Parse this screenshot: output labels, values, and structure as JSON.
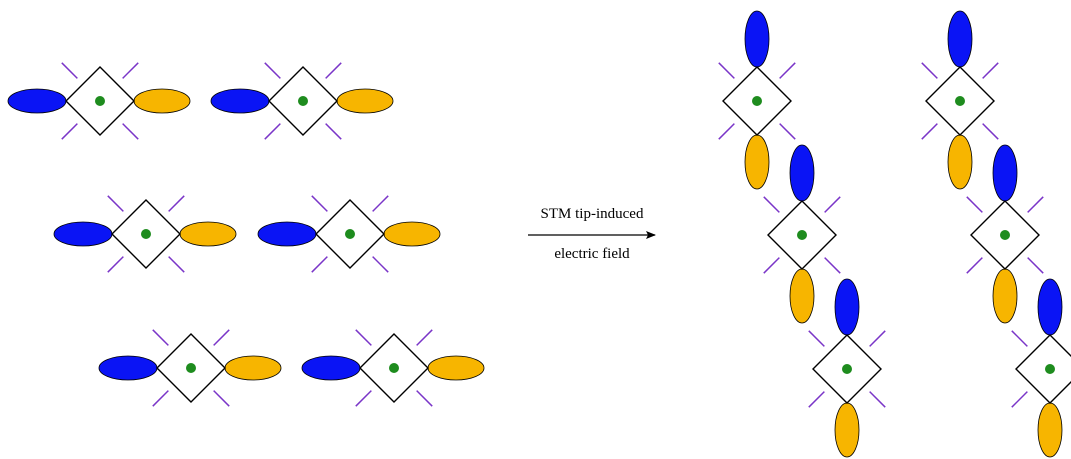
{
  "arrow": {
    "label_top": "STM tip-induced",
    "label_bottom": "electric field"
  },
  "colors": {
    "donor": "#0a14f5",
    "acceptor": "#f7b500",
    "core_dot": "#1e8c1e",
    "ligand": "#7a35c8",
    "outline": "#000000"
  },
  "left_state": {
    "orientation": "horizontal",
    "rows": 3,
    "molecules_per_row": 2
  },
  "right_state": {
    "orientation": "vertical",
    "columns": 2,
    "molecules_per_column": 3
  }
}
